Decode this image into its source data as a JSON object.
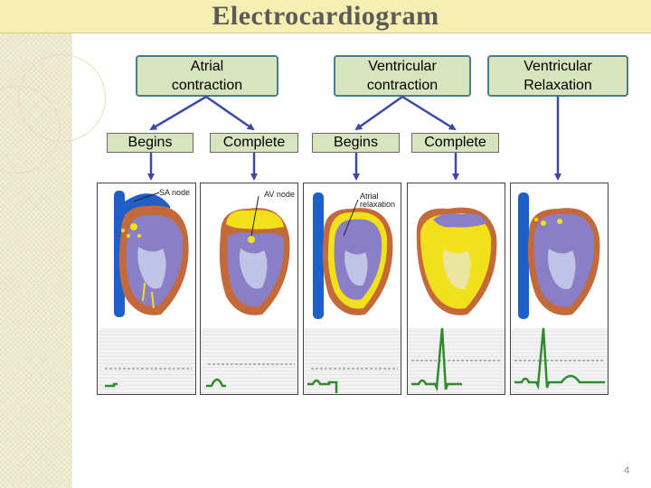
{
  "title": "Electrocardiogram",
  "phases": [
    {
      "label": "Atrial\ncontraction"
    },
    {
      "label": "Ventricular\ncontraction"
    },
    {
      "label": "Ventricular\nRelaxation"
    }
  ],
  "steps": [
    {
      "label": "Begins"
    },
    {
      "label": "Complete"
    },
    {
      "label": "Begins"
    },
    {
      "label": "Complete"
    }
  ],
  "panels": [
    {
      "annotation": "SA node",
      "ecg": "p-wave-start"
    },
    {
      "annotation": "AV node",
      "ecg": "p-wave"
    },
    {
      "annotation": "Atrial\nrelaxation",
      "ecg": "pq-segment"
    },
    {
      "annotation": "",
      "ecg": "qrs-complex"
    },
    {
      "annotation": "",
      "ecg": "t-wave"
    }
  ],
  "colors": {
    "title_bar": "#f7efb2",
    "box_fill": "#d7e4bd",
    "arrow": "#3b4aa8",
    "ecg_trace": "#2e8b2e",
    "conduction": "#f2e01a"
  },
  "page_number": "4"
}
